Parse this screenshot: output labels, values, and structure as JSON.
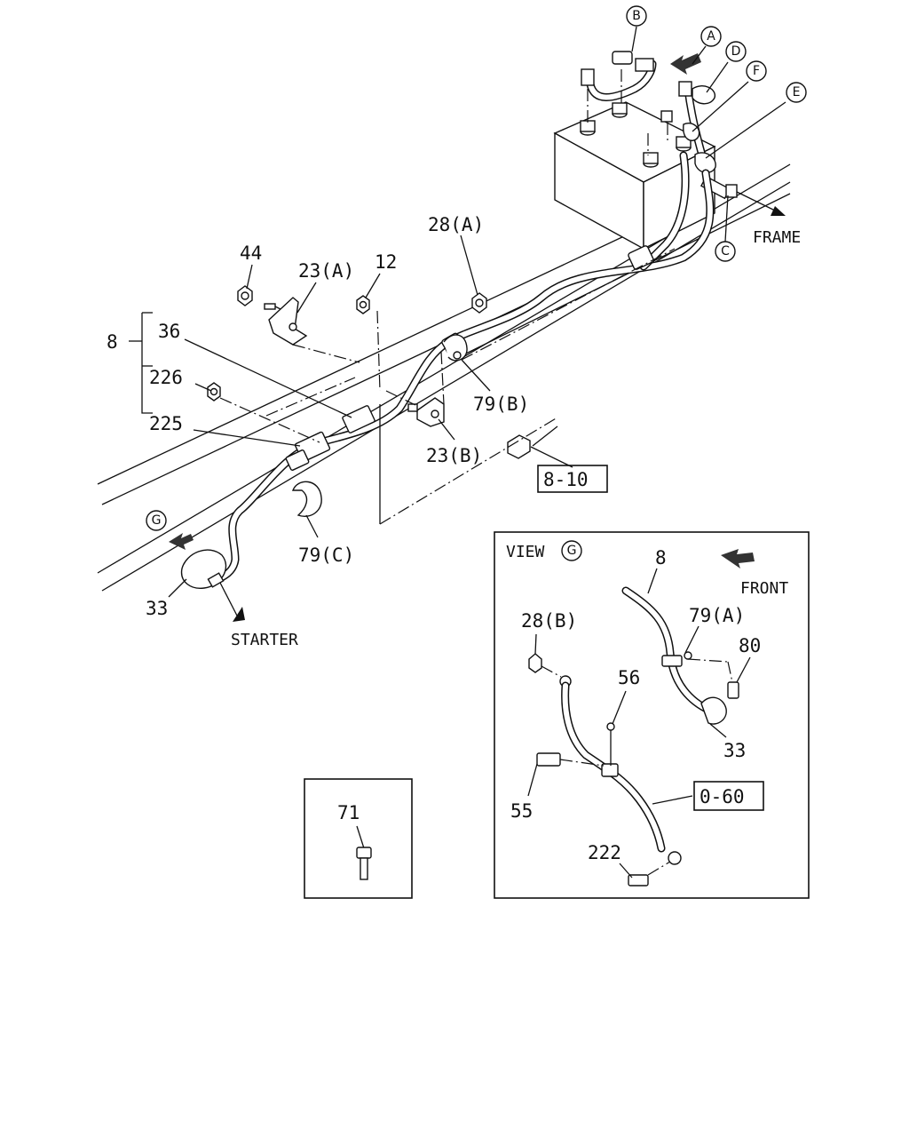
{
  "labels": {
    "p8": "8",
    "p36": "36",
    "p226": "226",
    "p225": "225",
    "p44": "44",
    "p23a": "23(A)",
    "p12": "12",
    "p28a": "28(A)",
    "p79b": "79(B)",
    "p23b": "23(B)",
    "p79c": "79(C)",
    "p33": "33",
    "starter": "STARTER",
    "frame": "FRAME",
    "ref_8_10": "8-10",
    "p71": "71"
  },
  "callouts": {
    "a": "A",
    "b": "B",
    "c": "C",
    "d": "D",
    "e": "E",
    "f": "F",
    "g": "G"
  },
  "view_g": {
    "title": "VIEW",
    "title_letter": "G",
    "front": "FRONT",
    "p8": "8",
    "p79a": "79(A)",
    "p80": "80",
    "p28b": "28(B)",
    "p56": "56",
    "p33": "33",
    "p55": "55",
    "ref_0_60": "0-60",
    "p222": "222"
  }
}
